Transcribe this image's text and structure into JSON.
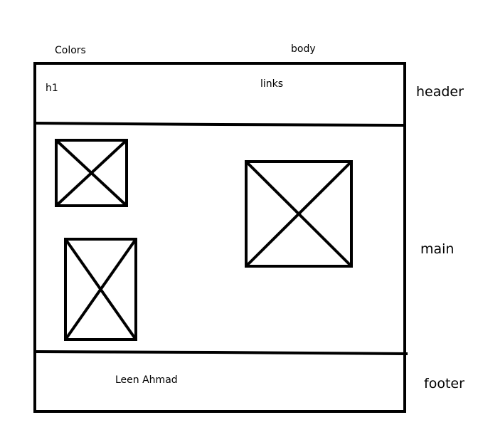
{
  "labels": {
    "colors": "Colors",
    "body": "body",
    "h1": "h1",
    "links": "links",
    "header": "header",
    "main": "main",
    "footer": "footer",
    "author": "Leen Ahmad"
  },
  "placeholders": [
    {
      "name": "image-placeholder-top-left"
    },
    {
      "name": "image-placeholder-bottom-left"
    },
    {
      "name": "image-placeholder-right"
    }
  ],
  "colors": {
    "stroke": "#000000",
    "background": "#ffffff"
  }
}
